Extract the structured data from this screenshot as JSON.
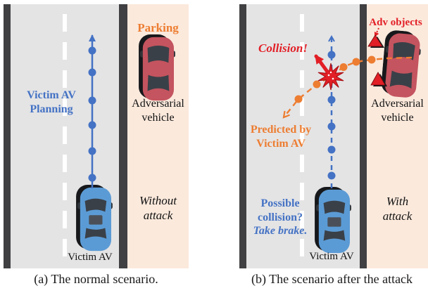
{
  "panels": {
    "a": {
      "caption": "(a) The normal scenario.",
      "labels": {
        "parking": "Parking",
        "victim_planning": "Victim AV\nPlanning",
        "adversarial_vehicle": "Adversarial\nvehicle",
        "without_attack": "Without\nattack",
        "victim_av": "Victim AV"
      }
    },
    "b": {
      "caption": "(b) The scenario after the attack",
      "labels": {
        "adv_objects": "Adv objects",
        "collision": "Collision!",
        "predicted_by": "Predicted by\nVictim AV",
        "possible_collision": "Possible\ncollision?",
        "take_brake": "Take brake.",
        "adversarial_vehicle": "Adversarial\nvehicle",
        "with_attack": "With\nattack",
        "victim_av": "Victim AV"
      }
    }
  },
  "colors": {
    "planning_blue": "#4472c4",
    "prediction_orange": "#ed7d31",
    "alert_red": "#e21f26",
    "road_gray": "#e4e4e5",
    "curb_dark": "#404042",
    "parking_zone": "#fbe9dc",
    "victim_car": "#5b9bd5",
    "adversarial_car": "#c4545f",
    "lane_line": "#ffffff",
    "caption_text": "#1a1a1a"
  }
}
